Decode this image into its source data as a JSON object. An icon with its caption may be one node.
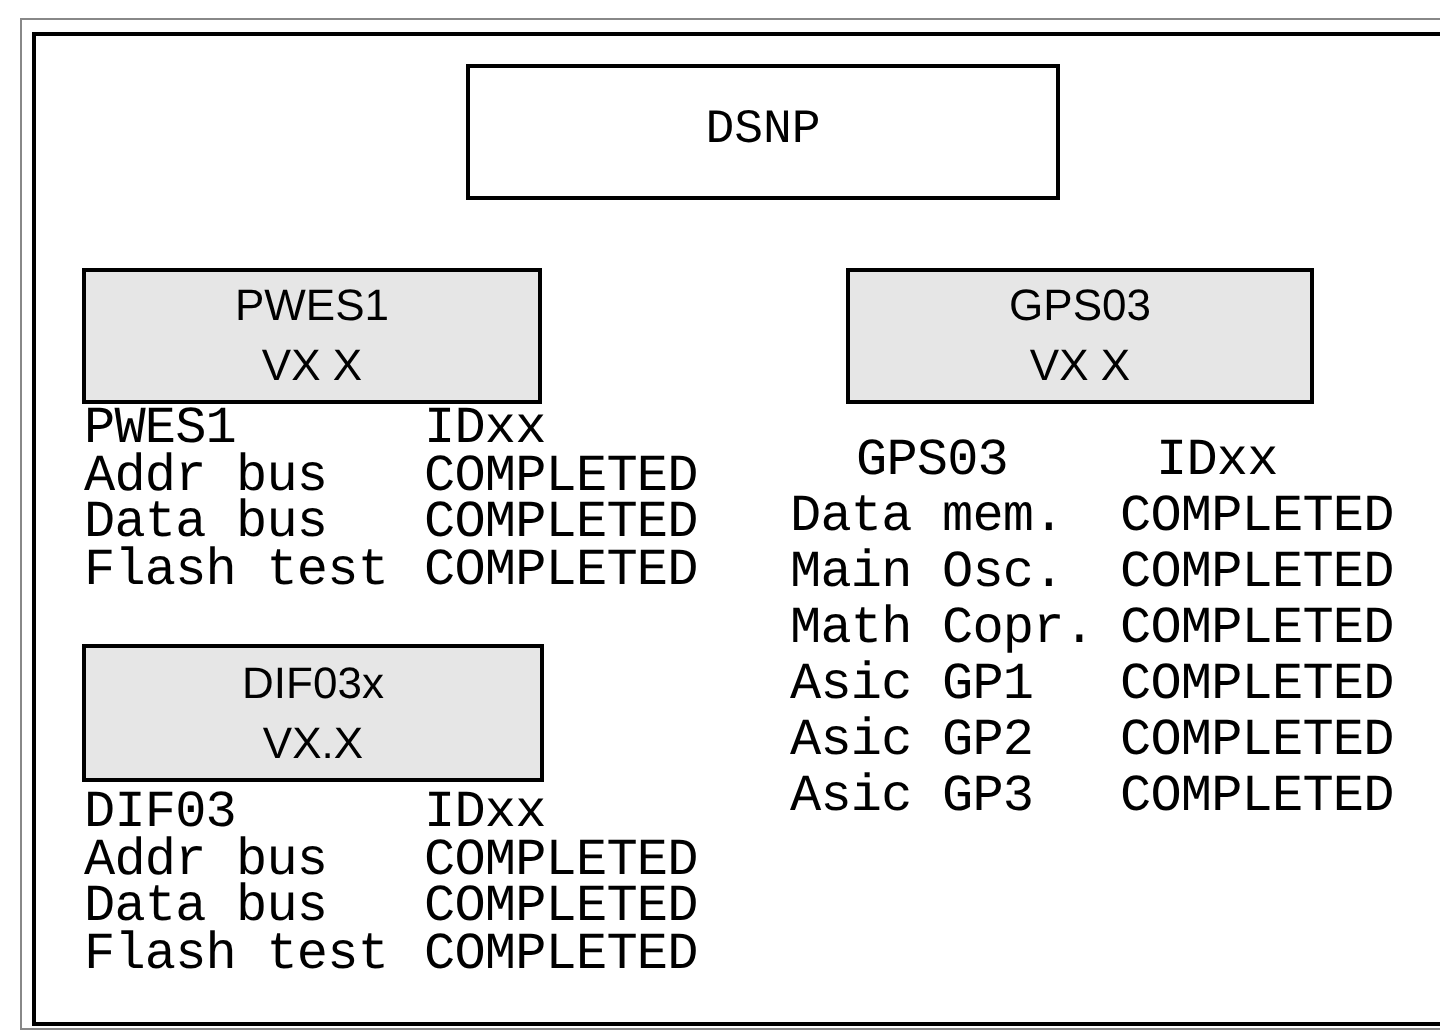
{
  "diagram": {
    "nodes": [
      {
        "text": [
          "DSNP"
        ]
      },
      {
        "text": [
          "PWES1",
          "VX X"
        ],
        "beside": [
          "PWES1",
          "IDxx",
          "Addr bus",
          "COMPLETED",
          "Data bus",
          "COMPLETED",
          "Flash test",
          "COMPLETED"
        ]
      },
      {
        "text": [
          "GPS03",
          "VX X"
        ],
        "beside": [
          "GPS03",
          "IDxx",
          "Data mem.",
          "COMPLETED",
          "Main Osc.",
          "COMPLETED",
          "Math Copr.",
          "COMPLETED",
          "Asic GP1",
          "COMPLETED",
          "Asic GP2",
          "COMPLETED",
          "Asic GP3",
          "COMPLETED"
        ]
      },
      {
        "text": [
          "DIF03x",
          "VX.X"
        ],
        "beside": [
          "DIF03",
          "IDxx",
          "Addr bus",
          "COMPLETED",
          "Data bus",
          "COMPLETED",
          "Flash test",
          "COMPLETED"
        ]
      }
    ]
  }
}
